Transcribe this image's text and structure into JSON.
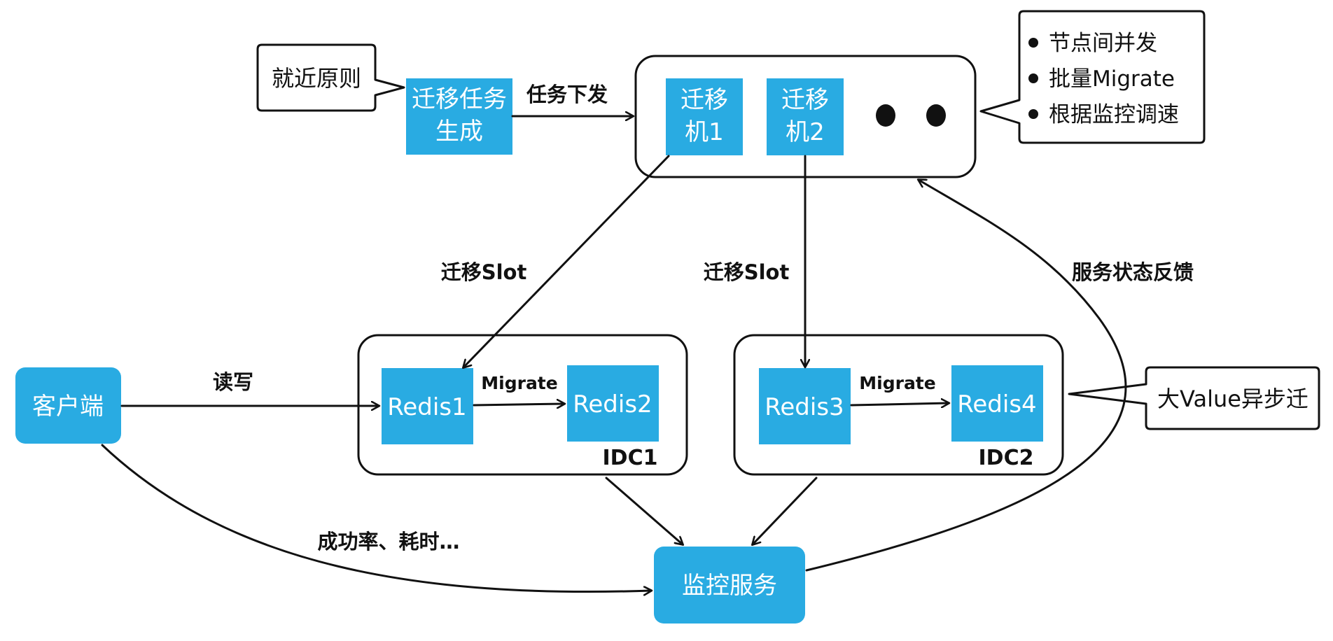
{
  "colors": {
    "accent_blue": "#29abe2",
    "line_black": "#111111",
    "box_text": "#ffffff"
  },
  "nodes": {
    "task_gen": {
      "line1": "迁移任务",
      "line2": "生成"
    },
    "migrator1": {
      "line1": "迁移",
      "line2": "机1"
    },
    "migrator2": {
      "line1": "迁移",
      "line2": "机2"
    },
    "client": {
      "label": "客户端"
    },
    "redis1": {
      "label": "Redis1"
    },
    "redis2": {
      "label": "Redis2"
    },
    "redis3": {
      "label": "Redis3"
    },
    "redis4": {
      "label": "Redis4"
    },
    "monitor": {
      "label": "监控服务"
    }
  },
  "groups": {
    "idc1": {
      "label": "IDC1"
    },
    "idc2": {
      "label": "IDC2"
    }
  },
  "callouts": {
    "nearby": {
      "text": "就近原则"
    },
    "features": {
      "bullets": [
        "节点间并发",
        "批量Migrate",
        "根据监控调速"
      ]
    },
    "bigvalue": {
      "text": "大Value异步迁"
    }
  },
  "edges": {
    "task_dispatch": "任务下发",
    "migrate_slot_1": "迁移Slot",
    "migrate_slot_2": "迁移Slot",
    "read_write": "读写",
    "migrate_1": "Migrate",
    "migrate_2": "Migrate",
    "status_feedback": "服务状态反馈",
    "success_rate": "成功率、耗时…"
  }
}
